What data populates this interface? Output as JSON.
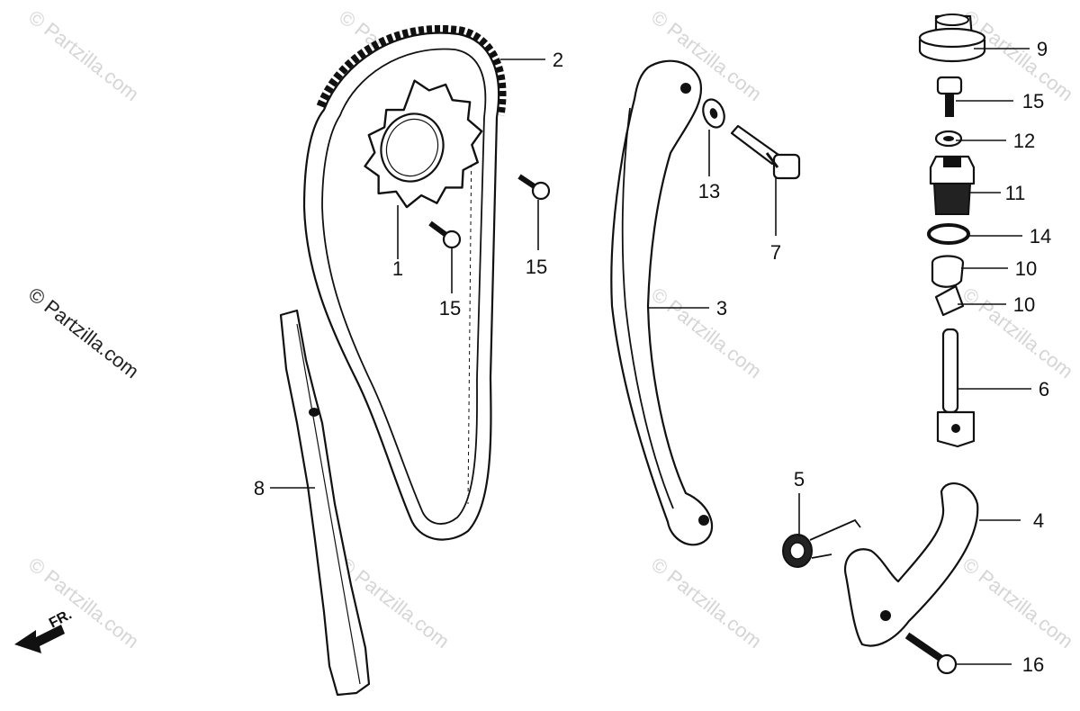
{
  "watermarks": {
    "corner": "© Partzilla.com",
    "side": "© Partzilla.com"
  },
  "direction_marker": {
    "label": "FR."
  },
  "callouts": [
    {
      "id": "c1",
      "text": "1"
    },
    {
      "id": "c2",
      "text": "2"
    },
    {
      "id": "c3",
      "text": "3"
    },
    {
      "id": "c4",
      "text": "4"
    },
    {
      "id": "c5",
      "text": "5"
    },
    {
      "id": "c6",
      "text": "6"
    },
    {
      "id": "c7",
      "text": "7"
    },
    {
      "id": "c8",
      "text": "8"
    },
    {
      "id": "c9",
      "text": "9"
    },
    {
      "id": "c10a",
      "text": "10"
    },
    {
      "id": "c10b",
      "text": "10"
    },
    {
      "id": "c11",
      "text": "11"
    },
    {
      "id": "c12",
      "text": "12"
    },
    {
      "id": "c13",
      "text": "13"
    },
    {
      "id": "c14",
      "text": "14"
    },
    {
      "id": "c15a",
      "text": "15"
    },
    {
      "id": "c15b",
      "text": "15"
    },
    {
      "id": "c15c",
      "text": "15"
    },
    {
      "id": "c16",
      "text": "16"
    }
  ]
}
